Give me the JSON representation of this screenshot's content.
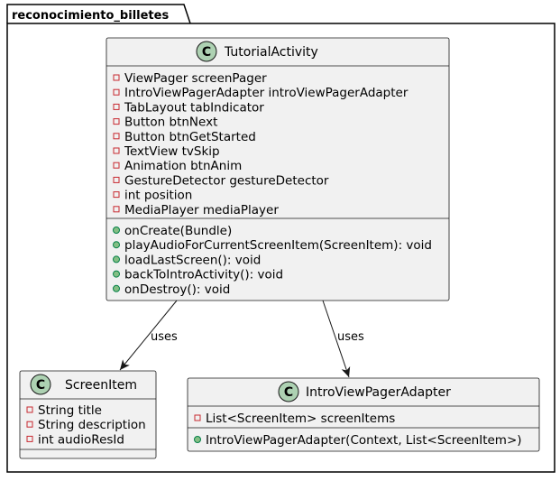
{
  "package": {
    "name": "reconocimiento_billetes"
  },
  "classes": {
    "tutorial": {
      "stereotype": "C",
      "name": "TutorialActivity",
      "attributes": [
        {
          "visibility": "private",
          "text": "ViewPager screenPager"
        },
        {
          "visibility": "private",
          "text": "IntroViewPagerAdapter introViewPagerAdapter"
        },
        {
          "visibility": "private",
          "text": "TabLayout tabIndicator"
        },
        {
          "visibility": "private",
          "text": "Button btnNext"
        },
        {
          "visibility": "private",
          "text": "Button btnGetStarted"
        },
        {
          "visibility": "private",
          "text": "TextView tvSkip"
        },
        {
          "visibility": "private",
          "text": "Animation btnAnim"
        },
        {
          "visibility": "private",
          "text": "GestureDetector gestureDetector"
        },
        {
          "visibility": "private",
          "text": "int position"
        },
        {
          "visibility": "private",
          "text": "MediaPlayer mediaPlayer"
        }
      ],
      "methods": [
        {
          "visibility": "public",
          "text": "onCreate(Bundle)"
        },
        {
          "visibility": "public",
          "text": "playAudioForCurrentScreenItem(ScreenItem): void"
        },
        {
          "visibility": "public",
          "text": "loadLastScreen(): void"
        },
        {
          "visibility": "public",
          "text": "backToIntroActivity(): void"
        },
        {
          "visibility": "public",
          "text": "onDestroy(): void"
        }
      ]
    },
    "screen_item": {
      "stereotype": "C",
      "name": "ScreenItem",
      "attributes": [
        {
          "visibility": "private",
          "text": "String title"
        },
        {
          "visibility": "private",
          "text": "String description"
        },
        {
          "visibility": "private",
          "text": "int audioResId"
        }
      ],
      "methods": []
    },
    "adapter": {
      "stereotype": "C",
      "name": "IntroViewPagerAdapter",
      "attributes": [
        {
          "visibility": "private",
          "text": "List<ScreenItem> screenItems"
        }
      ],
      "methods": [
        {
          "visibility": "public",
          "text": "IntroViewPagerAdapter(Context, List<ScreenItem>)"
        }
      ]
    }
  },
  "relations": [
    {
      "from": "TutorialActivity",
      "to": "ScreenItem",
      "label": "uses"
    },
    {
      "from": "TutorialActivity",
      "to": "IntroViewPagerAdapter",
      "label": "uses"
    }
  ],
  "colors": {
    "class_fill": "#F1F1F1",
    "border": "#181818",
    "circle_fill": "#ADD1B2",
    "private_marker": "#C82930",
    "public_marker": "#84BE84"
  }
}
